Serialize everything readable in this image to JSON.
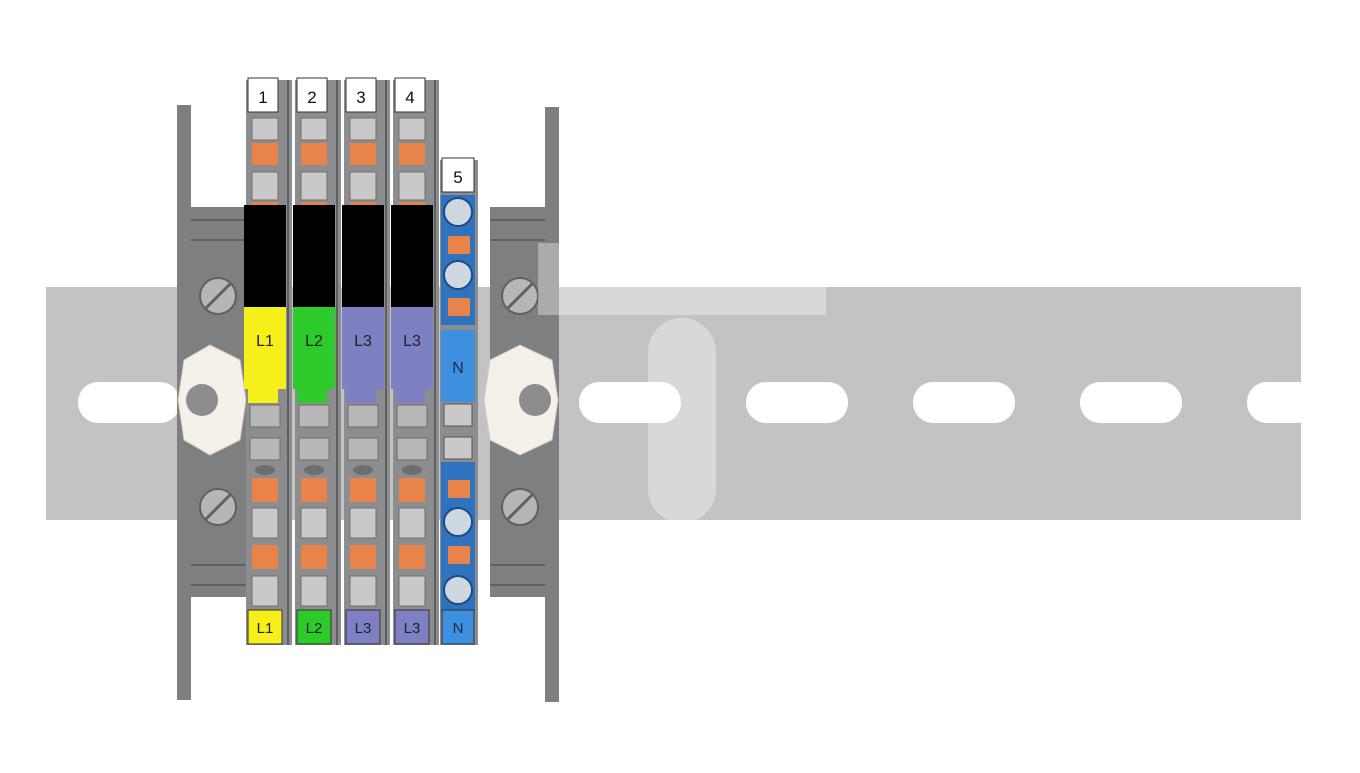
{
  "diagram": {
    "colors": {
      "rail": "#c3c3c3",
      "slot": "#ffffff",
      "end_bracket": "#7e7f81",
      "body_gray": "#8c8d8f",
      "clamp_orange": "#e8834a",
      "black_cap": "#000000",
      "blue_terminal": "#3d8fe0",
      "watermark": "#ffffff"
    },
    "terminals": [
      {
        "number": "1",
        "label": "L1",
        "color": "#f7ef1a",
        "type": "phase"
      },
      {
        "number": "2",
        "label": "L2",
        "color": "#2ccb2a",
        "type": "phase"
      },
      {
        "number": "3",
        "label": "L3",
        "color": "#7f7fc4",
        "type": "phase"
      },
      {
        "number": "4",
        "label": "L3",
        "color": "#7f7fc4",
        "type": "phase"
      },
      {
        "number": "5",
        "label": "N",
        "color": "#3d8fe0",
        "type": "neutral"
      }
    ]
  }
}
